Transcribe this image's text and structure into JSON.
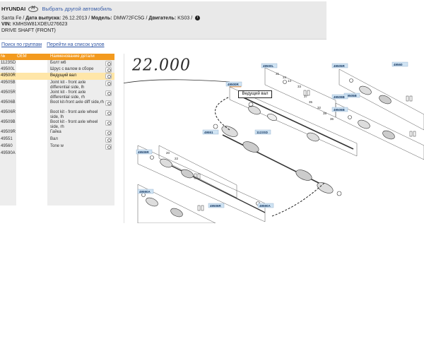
{
  "header": {
    "brand": "HYUNDAI",
    "change_car": "Выбрать другой автомобиль",
    "model": "Santa Fe",
    "release_label": "Дата выпуска:",
    "release_date": "26.12.2013",
    "model_label": "Модель:",
    "model_code": "DMW72FC5G",
    "engine_label": "Двигатель:",
    "engine_code": "KS03",
    "vin_label": "VIN:",
    "vin": "KMHSW81XDEU276623",
    "group": "DRIVE SHAFT (FRONT)",
    "sep": "/"
  },
  "nav": {
    "search_groups": "Поиск по группам",
    "to_nodes": "Перейти на список узлов"
  },
  "table": {
    "col_code": "№",
    "col_oem": "OEM",
    "col_name": "Наименование детали",
    "rows": [
      {
        "code": "1123SD",
        "name": "Болт м6",
        "selected": false
      },
      {
        "code": "49500L",
        "name": "Шрус с валом в сборе",
        "selected": false
      },
      {
        "code": "49500R",
        "name": "Ведущий вал",
        "selected": true
      },
      {
        "code": "49505B",
        "name": "Joint kit - front axle differential side, lh",
        "selected": false
      },
      {
        "code": "49505R",
        "name": "Joint kit - front axle differential side, rh",
        "selected": false
      },
      {
        "code": "49506B",
        "name": "Boot kit-front axle diff side,rh",
        "selected": false
      },
      {
        "code": "49506R",
        "name": "Boot kit - front axle wheel side, lh",
        "selected": false
      },
      {
        "code": "49509B",
        "name": "Boot kit - front axle wheel side, rh",
        "selected": false
      },
      {
        "code": "49509R",
        "name": "Гайка",
        "selected": false
      },
      {
        "code": "49551",
        "name": "Вал",
        "selected": false
      },
      {
        "code": "49560",
        "name": "Tone w",
        "selected": false
      },
      {
        "code": "49590A",
        "name": "",
        "selected": false
      }
    ]
  },
  "diagram": {
    "handwriting": "22.000",
    "tooltip": "Ведущий вал",
    "tags": [
      "49500R",
      "49500L",
      "49505R",
      "49560",
      "1123SD",
      "49505B",
      "49509B",
      "49506B",
      "49551",
      "49509R",
      "49590A",
      "49506R",
      "49590A"
    ],
    "numbers": [
      "31",
      "34",
      "14",
      "33",
      "37",
      "35",
      "32",
      "38",
      "36",
      "20",
      "22"
    ]
  },
  "colors": {
    "header_bg": "#e9e9e9",
    "table_header": "#f39a1e",
    "selected_row": "#ffe6a8",
    "link": "#2f55a4",
    "tag_fill": "#cfe3f3"
  }
}
